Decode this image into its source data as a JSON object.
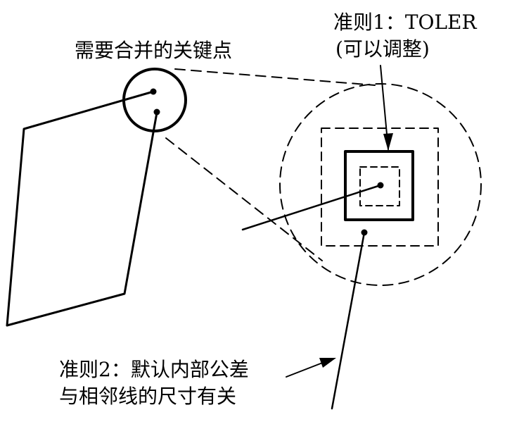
{
  "labels": {
    "merge_keypoints": "需要合并的关键点",
    "rule1_line1": "准则1：TOLER",
    "rule1_line2": "(可以调整)",
    "rule2_line1": "准则2：默认内部公差",
    "rule2_line2": "与相邻线的尺寸有关"
  }
}
